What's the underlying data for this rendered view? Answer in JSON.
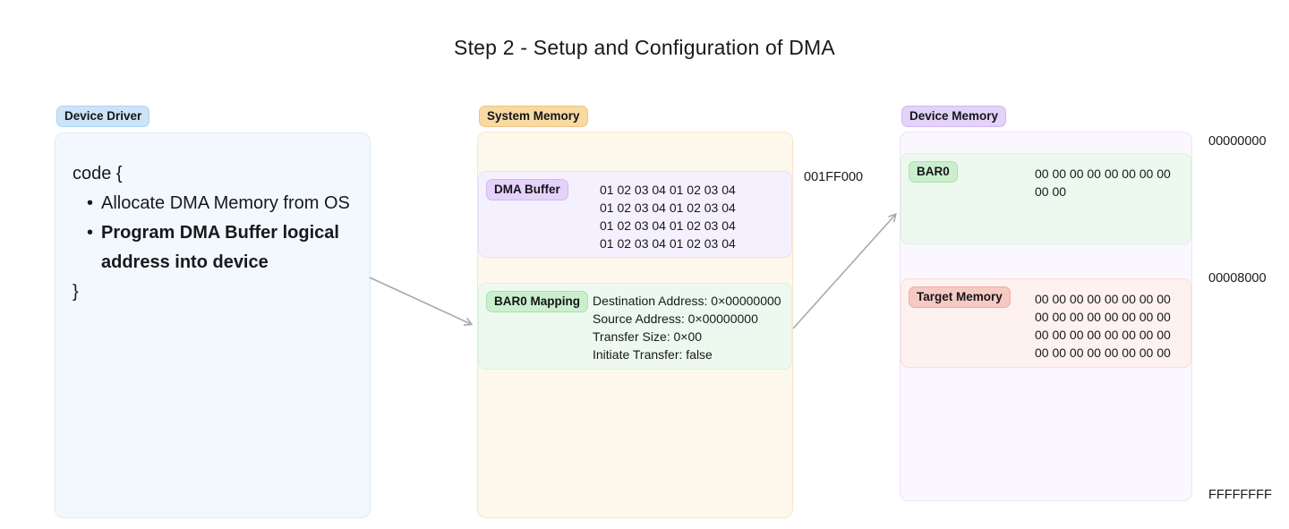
{
  "title": "Step 2 - Setup and Configuration of DMA",
  "device_driver": {
    "badge": "Device Driver",
    "code_open": "code {",
    "code_close": "}",
    "bullet_glyph": "•",
    "items": [
      {
        "text": "Allocate DMA Memory from OS"
      },
      {
        "text": "Program DMA Buffer logical address into device"
      }
    ]
  },
  "system_memory": {
    "badge": "System Memory",
    "address_label": "001FF000",
    "dma_buffer": {
      "badge": "DMA Buffer",
      "hex_lines": [
        "01 02 03 04 01 02 03 04",
        "01 02 03 04 01 02 03 04",
        "01 02 03 04 01 02 03 04",
        "01 02 03 04 01 02 03 04"
      ]
    },
    "bar0_mapping": {
      "badge": "BAR0 Mapping",
      "fields": [
        "Destination Address: 0×00000000",
        "Source Address: 0×00000000",
        "Transfer Size: 0×00",
        "Initiate Transfer: false"
      ]
    }
  },
  "device_memory": {
    "badge": "Device Memory",
    "address_top": "00000000",
    "address_mid": "00008000",
    "address_bottom": "FFFFFFFF",
    "bar0": {
      "badge": "BAR0",
      "hex_lines": [
        "00 00 00 00 00 00 00 00",
        "00 00"
      ]
    },
    "target_memory": {
      "badge": "Target Memory",
      "hex_lines": [
        "00 00 00 00 00 00 00 00",
        "00 00 00 00 00 00 00 00",
        "00 00 00 00 00 00 00 00",
        "00 00 00 00 00 00 00 00"
      ]
    }
  },
  "colors": {
    "blue_badge_bg": "#cbe4f9",
    "blue_badge_border": "#aed2ef",
    "orange_badge_bg": "#f7d9a1",
    "orange_badge_border": "#eac584",
    "purple_badge_bg": "#e3d2f9",
    "purple_badge_border": "#d2b9f2",
    "green_badge_bg": "#cbefcd",
    "green_badge_border": "#a9e1ae",
    "red_badge_bg": "#f6c9c3",
    "red_badge_border": "#efada5",
    "blue_panel_bg": "#f2f8fd",
    "blue_panel_border": "#dcecf8",
    "orange_panel_bg": "#fdf8ec",
    "orange_panel_border": "#f8e7c5",
    "lav_panel_bg": "#faf7fe",
    "lav_panel_border": "#eee3fb",
    "purple_box_bg": "#f5f0fd",
    "purple_box_border": "#eadffa",
    "green_box_bg": "#edf9ef",
    "green_box_border": "#dcf1df",
    "red_box_bg": "#fdf2f0",
    "red_box_border": "#f9dfda",
    "arrow": "#a6a9ad"
  }
}
